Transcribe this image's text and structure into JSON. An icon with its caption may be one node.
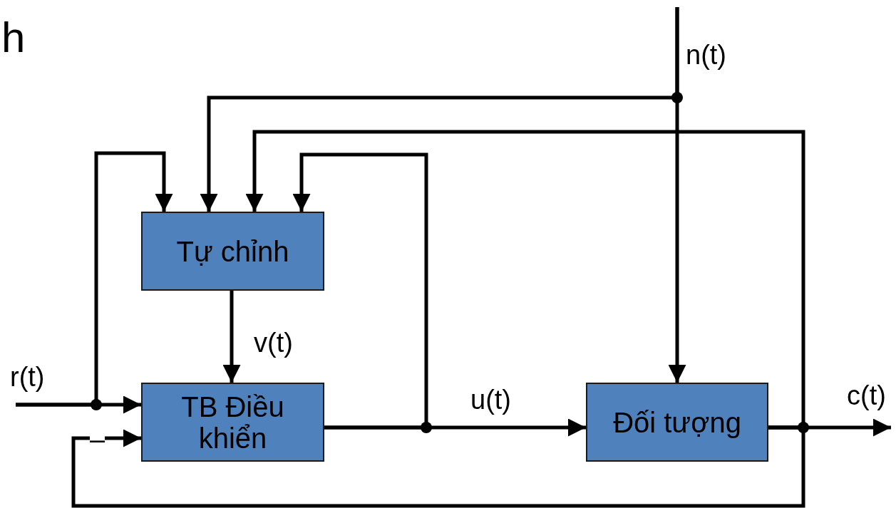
{
  "diagram": {
    "nodes": [
      {
        "text": [
          "Tự chỉnh"
        ]
      },
      {
        "text": [
          "TB Điều khiển"
        ]
      },
      {
        "text": [
          "Đối tượng"
        ]
      }
    ],
    "edges": [
      {
        "from": null,
        "to": 1,
        "arrow": "to",
        "label": "r(t)"
      },
      {
        "from": null,
        "to": 0,
        "arrow": "to"
      },
      {
        "from": null,
        "to": 2,
        "arrow": "to",
        "label": "n(t)"
      },
      {
        "from": null,
        "to": 0,
        "arrow": "to"
      },
      {
        "from": 0,
        "to": 1,
        "arrow": "to",
        "label": "v(t)"
      },
      {
        "from": 1,
        "to": 2,
        "arrow": "to",
        "label": "u(t)"
      },
      {
        "from": 1,
        "to": 0,
        "arrow": "to"
      },
      {
        "from": 2,
        "to": null,
        "arrow": "to",
        "label": "c(t)"
      },
      {
        "from": 2,
        "to": 0,
        "arrow": "to"
      },
      {
        "from": 2,
        "to": 1,
        "arrow": "to"
      }
    ],
    "labels": [
      "h",
      "–"
    ]
  }
}
